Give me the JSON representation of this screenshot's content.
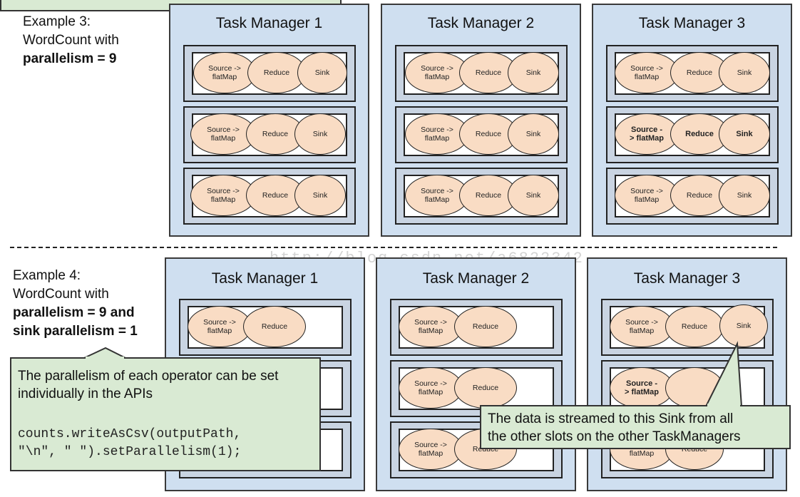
{
  "example3": {
    "line1": "Example 3:",
    "line2": "WordCount with",
    "line3": "parallelism = 9"
  },
  "example4": {
    "line1": "Example 4:",
    "line2": "WordCount with",
    "line3": "parallelism = 9 and",
    "line4": "sink parallelism = 1"
  },
  "task_managers": {
    "tm1": "Task Manager 1",
    "tm2": "Task Manager 2",
    "tm3": "Task Manager 3"
  },
  "operators": {
    "source_line1": "Source ->",
    "source_line2": "flatMap",
    "source_bold_line1": "Source -",
    "source_bold_line2": "> flatMap",
    "reduce": "Reduce",
    "sink": "Sink"
  },
  "watermark": "http://blog.csdn.net/a6822342",
  "callout_api": {
    "line1": "The parallelism of each operator can be set",
    "line2": "individually in the APIs",
    "code1": "counts.writeAsCsv(outputPath,",
    "code2": "\"\\n\", \" \").setParallelism(1);"
  },
  "callout_sink": {
    "line1": "The data is streamed to this Sink from all",
    "line2": "the other slots on the other TaskManagers"
  },
  "colors": {
    "tm_background": "#cfdff0",
    "operator_fill": "#f9dcc4",
    "callout_fill": "#d9ead3"
  }
}
